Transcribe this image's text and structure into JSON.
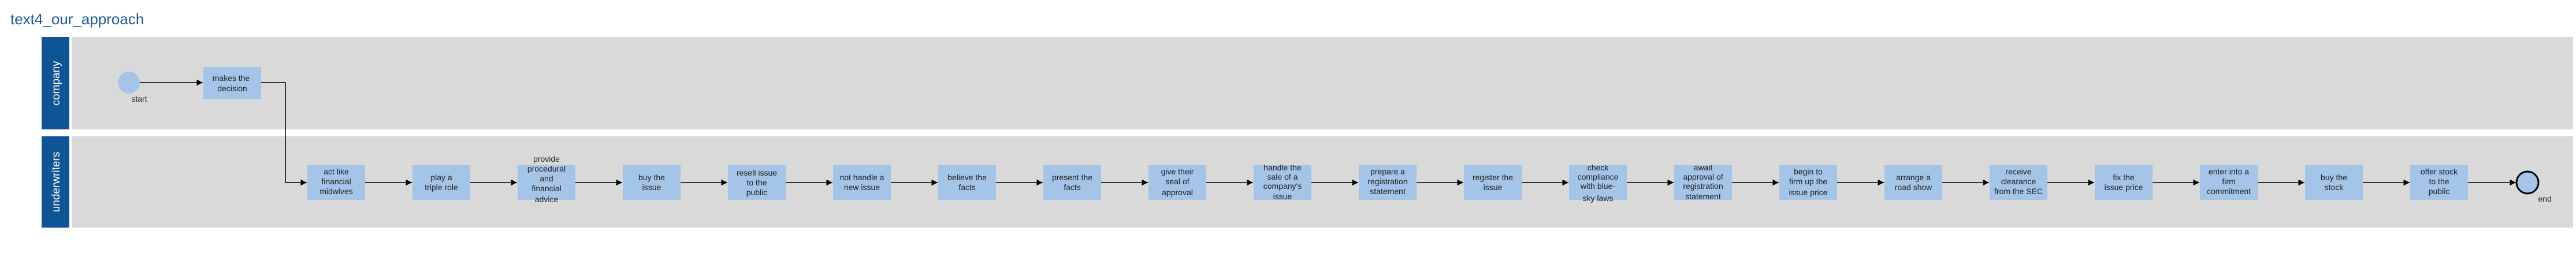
{
  "title": "text4_our_approach",
  "lanes": [
    {
      "id": "company",
      "label": "company"
    },
    {
      "id": "underwriters",
      "label": "underwriters"
    }
  ],
  "start": {
    "label": "start"
  },
  "end": {
    "label": "end"
  },
  "company_tasks": [
    {
      "id": "c1",
      "text": "makes the decision"
    }
  ],
  "underwriter_tasks": [
    {
      "id": "u1",
      "text": "act like financial midwives"
    },
    {
      "id": "u2",
      "text": "play a triple role"
    },
    {
      "id": "u3",
      "text": "provide procedural and financial advice"
    },
    {
      "id": "u4",
      "text": "buy the issue"
    },
    {
      "id": "u5",
      "text": "resell issue to the public"
    },
    {
      "id": "u6",
      "text": "not handle a new issue"
    },
    {
      "id": "u7",
      "text": "believe the facts"
    },
    {
      "id": "u8",
      "text": "present the facts"
    },
    {
      "id": "u9",
      "text": "give their seal of approval"
    },
    {
      "id": "u10",
      "text": "handle the sale of a company's issue"
    },
    {
      "id": "u11",
      "text": "prepare a registration statement"
    },
    {
      "id": "u12",
      "text": "register the issue"
    },
    {
      "id": "u13",
      "text": "check compliance with blue-sky laws"
    },
    {
      "id": "u14",
      "text": "await approval of registration statement"
    },
    {
      "id": "u15",
      "text": "begin to firm up the issue price"
    },
    {
      "id": "u16",
      "text": "arrange a road show"
    },
    {
      "id": "u17",
      "text": "receive clearance from the SEC"
    },
    {
      "id": "u18",
      "text": "fix the issue price"
    },
    {
      "id": "u19",
      "text": "enter into a firm commitment"
    },
    {
      "id": "u20",
      "text": "buy the stock"
    },
    {
      "id": "u21",
      "text": "offer stock to the public"
    }
  ],
  "colors": {
    "lane_header": "#0f5596",
    "lane_body": "#d9d9d9",
    "task_fill": "#a4c4e8",
    "title_text": "#1f5c99",
    "edge": "#000000"
  }
}
